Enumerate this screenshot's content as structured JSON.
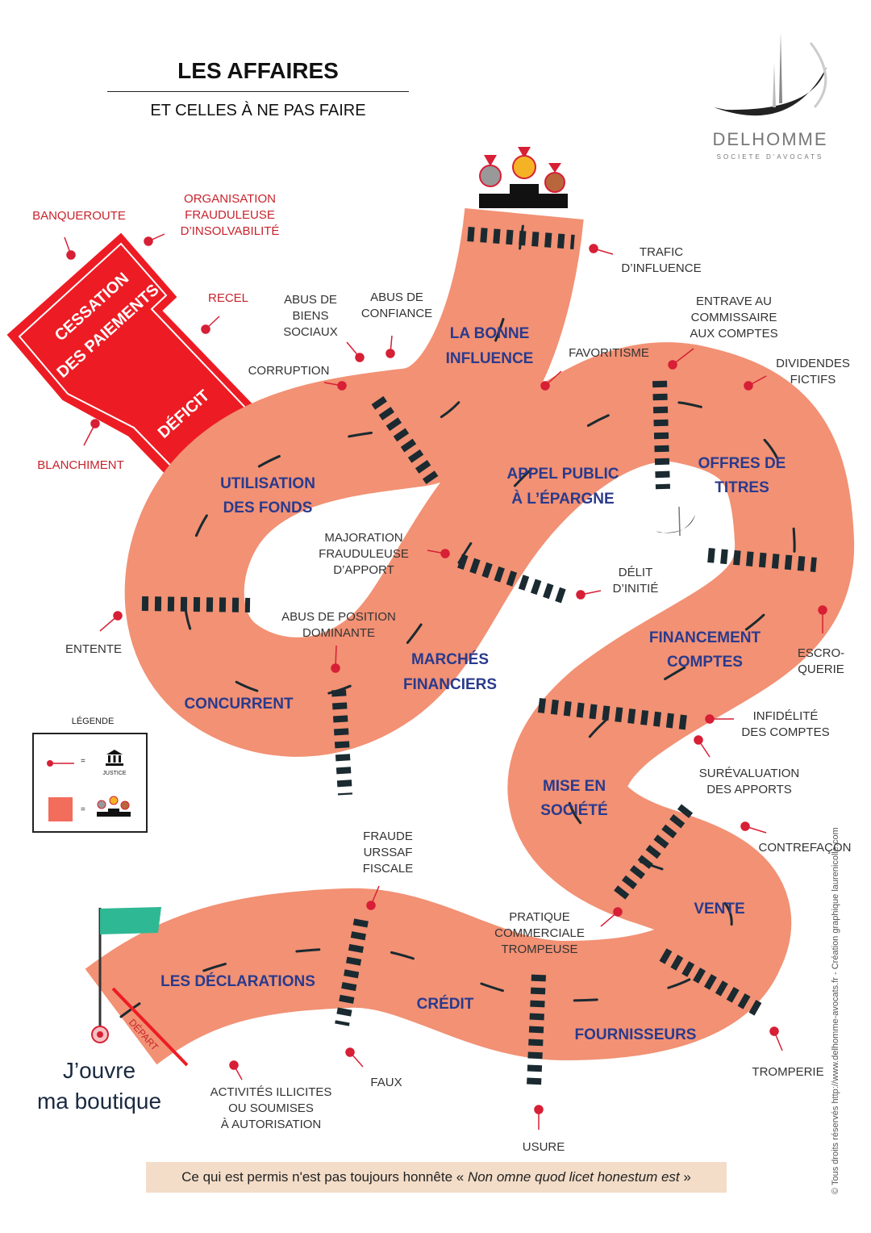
{
  "header": {
    "title": "LES AFFAIRES",
    "subtitle": "ET CELLES À NE PAS FAIRE"
  },
  "brand": {
    "name": "DELHOMME",
    "tagline": "SOCIETE D'AVOCATS"
  },
  "start": {
    "line1": "J’ouvre",
    "line2": "ma boutique",
    "depart_label": "DÉPART"
  },
  "danger_zone": {
    "line1": "CESSATION",
    "line2": "DES PAIEMENTS",
    "deficit": "DÉFICIT"
  },
  "road_stages": {
    "declarations": "LES DÉCLARATIONS",
    "credit": "CRÉDIT",
    "fournisseurs": "FOURNISSEURS",
    "vente": "VENTE",
    "mise_line1": "MISE EN",
    "mise_line2": "SOCIÉTÉ",
    "financement_line1": "FINANCEMENT",
    "financement_line2": "COMPTES",
    "offres_line1": "OFFRES DE",
    "offres_line2": "TITRES",
    "appel_line1": "APPEL PUBLIC",
    "appel_line2": "À L’ÉPARGNE",
    "marches_line1": "MARCHÉS",
    "marches_line2": "FINANCIERS",
    "concurrent": "CONCURRENT",
    "utilisation_line1": "UTILISATION",
    "utilisation_line2": "DES FONDS",
    "influence_line1": "LA BONNE",
    "influence_line2": "INFLUENCE"
  },
  "offences": {
    "banqueroute": "BANQUEROUTE",
    "org_line1": "ORGANISATION",
    "org_line2": "FRAUDULEUSE",
    "org_line3": "D’INSOLVABILITÉ",
    "recel": "RECEL",
    "blanchiment": "BLANCHIMENT",
    "trafic_line1": "TRAFIC",
    "trafic_line2": "D’INFLUENCE",
    "abus_biens_line1": "ABUS DE",
    "abus_biens_line2": "BIENS",
    "abus_biens_line3": "SOCIAUX",
    "abus_conf_line1": "ABUS DE",
    "abus_conf_line2": "CONFIANCE",
    "corruption": "CORRUPTION",
    "favoritisme": "FAVORITISME",
    "entrave_line1": "ENTRAVE AU",
    "entrave_line2": "COMMISSAIRE",
    "entrave_line3": "AUX COMPTES",
    "dividendes_line1": "DIVIDENDES",
    "dividendes_line2": "FICTIFS",
    "majoration_line1": "MAJORATION",
    "majoration_line2": "FRAUDULEUSE",
    "majoration_line3": "D’APPORT",
    "delit_line1": "DÉLIT",
    "delit_line2": "D’INITIÉ",
    "abus_pos_line1": "ABUS DE POSITION",
    "abus_pos_line2": "DOMINANTE",
    "entente": "ENTENTE",
    "escroquerie_line1": "ESCRO-",
    "escroquerie_line2": "QUERIE",
    "infidelite_line1": "INFIDÉLITÉ",
    "infidelite_line2": "DES COMPTES",
    "surevaluation_line1": "SURÉVALUATION",
    "surevaluation_line2": "DES APPORTS",
    "contrefacon": "CONTREFAÇON",
    "fraude_line1": "FRAUDE",
    "fraude_line2": "URSSAF",
    "fraude_line3": "FISCALE",
    "pratique_line1": "PRATIQUE",
    "pratique_line2": "COMMERCIALE",
    "pratique_line3": "TROMPEUSE",
    "tromperie": "TROMPERIE",
    "faux": "FAUX",
    "usure": "USURE",
    "activites_line1": "ACTIVITÉS ILLICITES",
    "activites_line2": "OU SOUMISES",
    "activites_line3": "À AUTORISATION"
  },
  "legend": {
    "title": "LÉGENDE",
    "equals": "=",
    "justice": "JUSTICE"
  },
  "footer": {
    "motto_prefix": "Ce qui est permis n'est pas toujours honnête « ",
    "motto_latin": "Non omne quod licet honestum est",
    "motto_suffix": " »",
    "credit": "© Tous droits réservés http://www.delhomme-avocats.fr - Création graphique laurenicolle.com"
  },
  "colors": {
    "road": "#f29174",
    "danger": "#ed1c24",
    "pin": "#d71f35",
    "label_blue": "#2a3a8c",
    "flag": "#2fb894",
    "motto_bg": "#f3ddc8"
  }
}
